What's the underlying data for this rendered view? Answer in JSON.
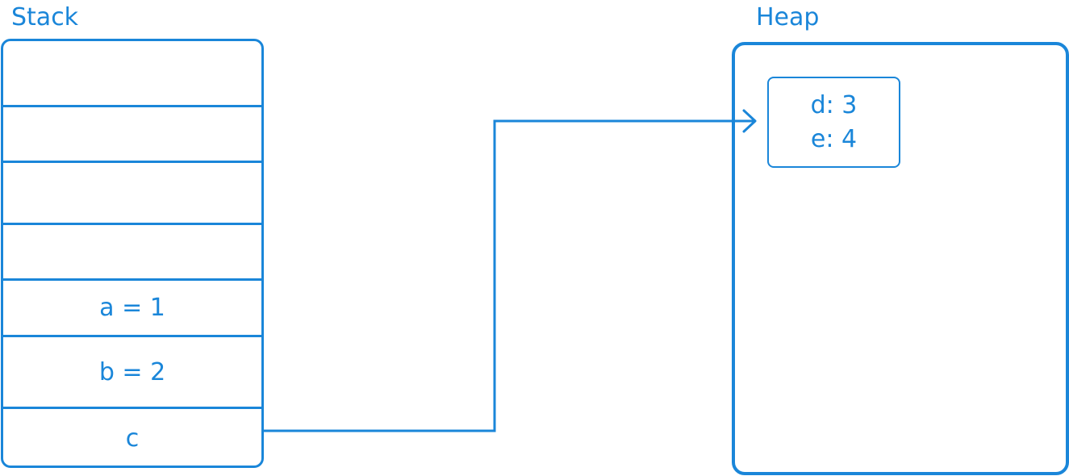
{
  "stack": {
    "title": "Stack",
    "cells": [
      "",
      "",
      "",
      "",
      "a = 1",
      "b = 2",
      "c"
    ]
  },
  "heap": {
    "title": "Heap",
    "object": {
      "lines": [
        "d: 3",
        "e: 4"
      ]
    }
  },
  "colors": {
    "accent": "#1a86d9",
    "background": "#ffffff"
  }
}
